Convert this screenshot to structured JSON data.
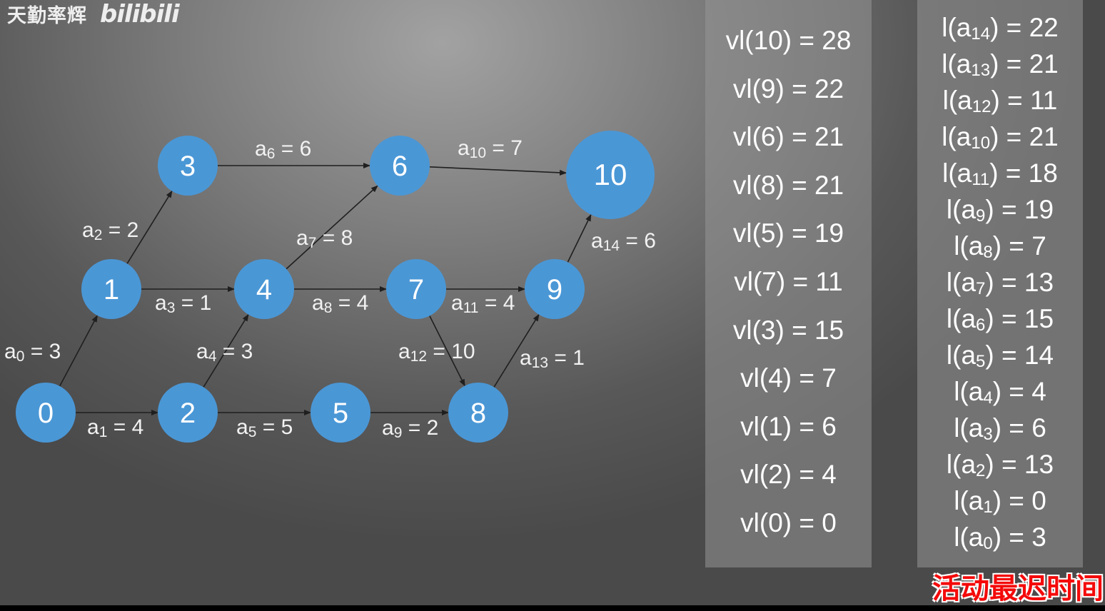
{
  "watermark": {
    "author": "天勤率辉",
    "logo": "bilibili"
  },
  "caption": "活动最迟时间",
  "colors": {
    "node": "#4a97d6",
    "edge": "#1f1f1f",
    "caption": "#f40a0a"
  },
  "nodes": [
    {
      "id": 0,
      "label": "0"
    },
    {
      "id": 1,
      "label": "1"
    },
    {
      "id": 2,
      "label": "2"
    },
    {
      "id": 3,
      "label": "3"
    },
    {
      "id": 4,
      "label": "4"
    },
    {
      "id": 5,
      "label": "5"
    },
    {
      "id": 6,
      "label": "6"
    },
    {
      "id": 7,
      "label": "7"
    },
    {
      "id": 8,
      "label": "8"
    },
    {
      "id": 9,
      "label": "9"
    },
    {
      "id": 10,
      "label": "10"
    }
  ],
  "edges": [
    {
      "from": 0,
      "to": 1,
      "sub": "0",
      "weight": "3"
    },
    {
      "from": 0,
      "to": 2,
      "sub": "1",
      "weight": "4"
    },
    {
      "from": 1,
      "to": 3,
      "sub": "2",
      "weight": "2"
    },
    {
      "from": 1,
      "to": 4,
      "sub": "3",
      "weight": "1"
    },
    {
      "from": 2,
      "to": 4,
      "sub": "4",
      "weight": "3"
    },
    {
      "from": 2,
      "to": 5,
      "sub": "5",
      "weight": "5"
    },
    {
      "from": 3,
      "to": 6,
      "sub": "6",
      "weight": "6"
    },
    {
      "from": 4,
      "to": 6,
      "sub": "7",
      "weight": "8"
    },
    {
      "from": 4,
      "to": 7,
      "sub": "8",
      "weight": "4"
    },
    {
      "from": 5,
      "to": 8,
      "sub": "9",
      "weight": "2"
    },
    {
      "from": 6,
      "to": 10,
      "sub": "10",
      "weight": "7"
    },
    {
      "from": 7,
      "to": 9,
      "sub": "11",
      "weight": "4"
    },
    {
      "from": 7,
      "to": 8,
      "sub": "12",
      "weight": "10"
    },
    {
      "from": 8,
      "to": 9,
      "sub": "13",
      "weight": "1"
    },
    {
      "from": 9,
      "to": 10,
      "sub": "14",
      "weight": "6"
    }
  ],
  "vertex_latest": [
    "vl(10) = 28",
    "vl(9) = 22",
    "vl(6) = 21",
    "vl(8) = 21",
    "vl(5) = 19",
    "vl(7) = 11",
    "vl(3) = 15",
    "vl(4) = 7",
    "vl(1) = 6",
    "vl(2) = 4",
    "vl(0) = 0"
  ],
  "activity_latest": [
    {
      "sub": "14",
      "value": "22"
    },
    {
      "sub": "13",
      "value": "21"
    },
    {
      "sub": "12",
      "value": "11"
    },
    {
      "sub": "10",
      "value": "21"
    },
    {
      "sub": "11",
      "value": "18"
    },
    {
      "sub": "9",
      "value": "19"
    },
    {
      "sub": "8",
      "value": "7"
    },
    {
      "sub": "7",
      "value": "13"
    },
    {
      "sub": "6",
      "value": "15"
    },
    {
      "sub": "5",
      "value": "14"
    },
    {
      "sub": "4",
      "value": "4"
    },
    {
      "sub": "3",
      "value": "6"
    },
    {
      "sub": "2",
      "value": "13"
    },
    {
      "sub": "1",
      "value": "0"
    },
    {
      "sub": "0",
      "value": "3"
    }
  ]
}
